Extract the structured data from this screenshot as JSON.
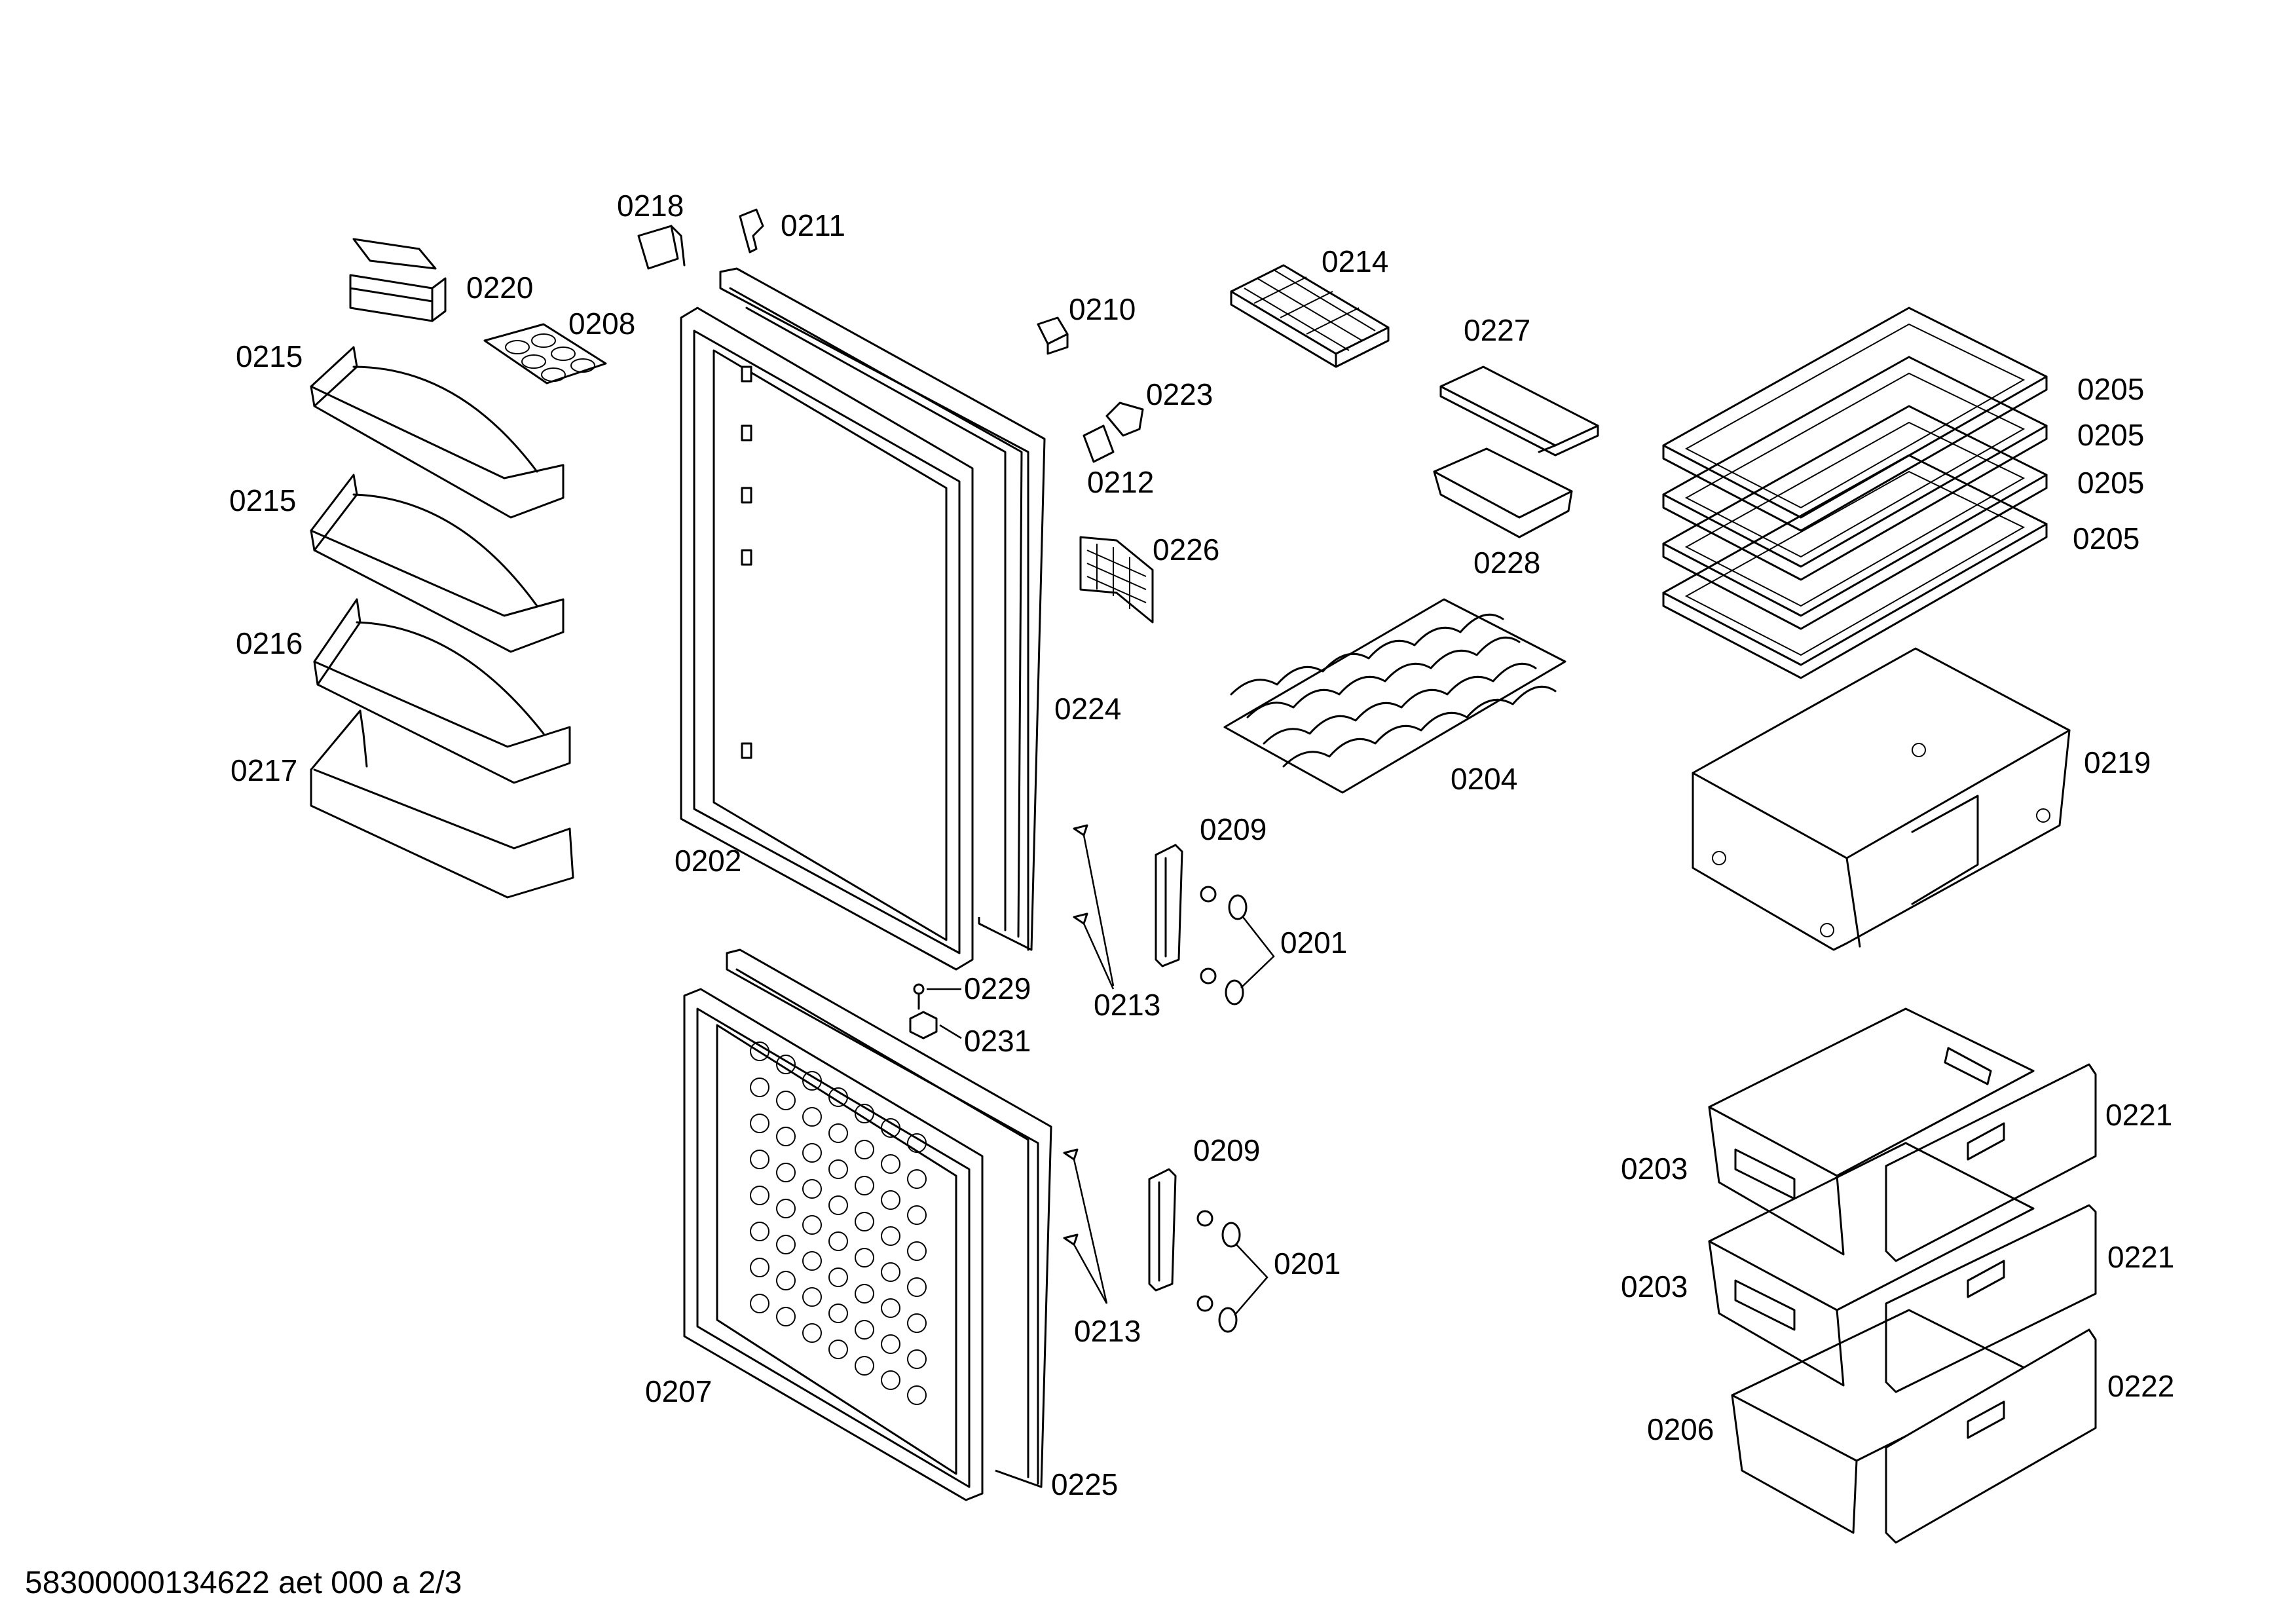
{
  "labels": {
    "l0220": "0220",
    "l0208": "0208",
    "l0218": "0218",
    "l0211": "0211",
    "l0215a": "0215",
    "l0215b": "0215",
    "l0216": "0216",
    "l0217": "0217",
    "l0202": "0202",
    "l0224": "0224",
    "l0210": "0210",
    "l0223": "0223",
    "l0212": "0212",
    "l0226": "0226",
    "l0214": "0214",
    "l0227": "0227",
    "l0228": "0228",
    "l0204": "0204",
    "l0205a": "0205",
    "l0205b": "0205",
    "l0205c": "0205",
    "l0205d": "0205",
    "l0219": "0219",
    "l0209a": "0209",
    "l0201a": "0201",
    "l0213a": "0213",
    "l0229": "0229",
    "l0231": "0231",
    "l0209b": "0209",
    "l0201b": "0201",
    "l0213b": "0213",
    "l0207": "0207",
    "l0225": "0225",
    "l0203a": "0203",
    "l0203b": "0203",
    "l0206": "0206",
    "l0221a": "0221",
    "l0221b": "0221",
    "l0222": "0222"
  },
  "footer": "58300000134622 aet 000 a 2/3"
}
